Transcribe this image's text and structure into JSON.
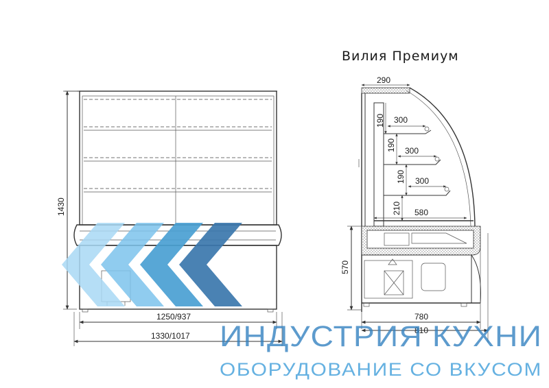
{
  "title": "Вилия Премиум",
  "front_view": {
    "height_label": "1430",
    "inner_width_label": "1250/937",
    "outer_width_label": "1330/1017"
  },
  "side_view": {
    "top_depth_label": "290",
    "shelf_gap_labels": [
      "190",
      "190",
      "190",
      "210"
    ],
    "shelf_depth_labels": [
      "300",
      "300",
      "300"
    ],
    "base_depth_label": "580",
    "base_height_label": "570",
    "total_depth_label": "780",
    "overall_depth_label": "810"
  },
  "brand": {
    "name": "ИНДУСТРИЯ КУХНИ",
    "slogan": "ОБОРУДОВАНИЕ СО ВКУСОМ",
    "colors": [
      "#a8d8f4",
      "#7cc3ec",
      "#4a9fd3",
      "#3b77ad"
    ]
  }
}
